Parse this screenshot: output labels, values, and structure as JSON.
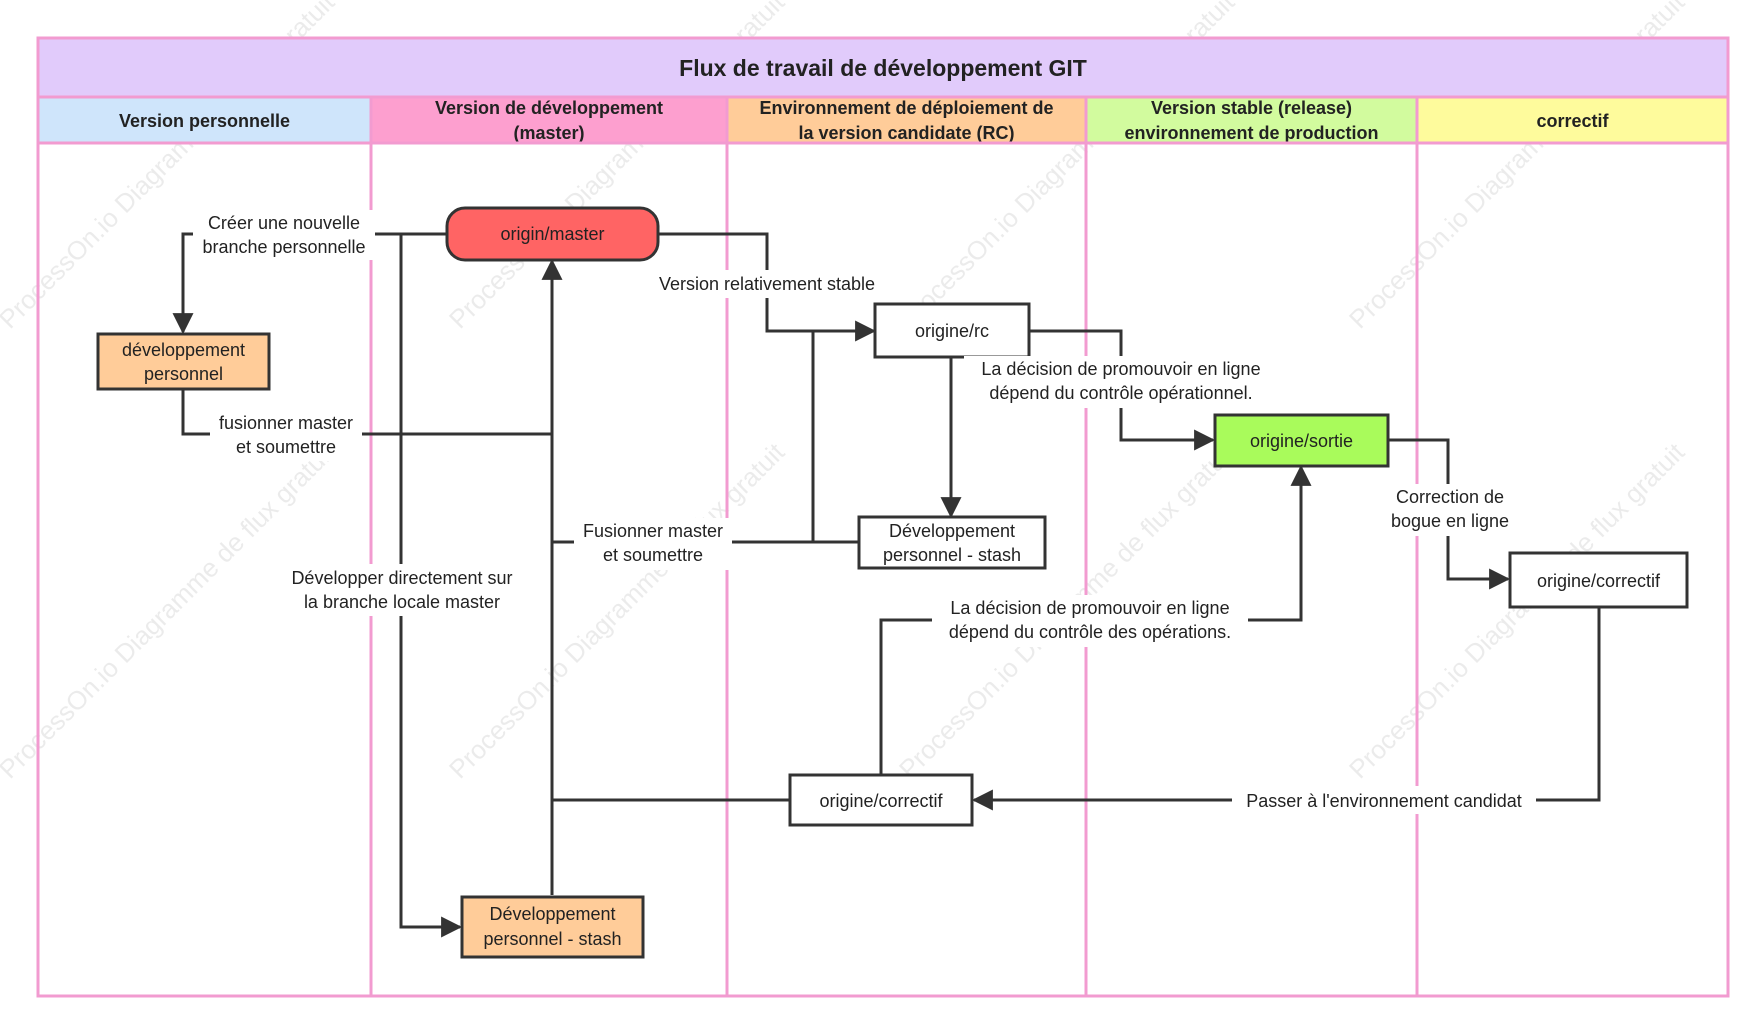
{
  "title": "Flux de travail de développement GIT",
  "colors": {
    "title_bg": "#e1cbfb",
    "border": "#f29bd0",
    "lane_personal": "#cfe5fb",
    "lane_master": "#fd9fcf",
    "lane_rc": "#ffcc99",
    "lane_release": "#d2fb9e",
    "lane_hotfix": "#fefb9c",
    "node_master": "#ff6464",
    "node_orange": "#ffcc99",
    "node_green": "#a9fb5b",
    "node_white": "#ffffff"
  },
  "lanes": [
    {
      "key": "personal",
      "lines": [
        "Version personnelle"
      ]
    },
    {
      "key": "master",
      "lines": [
        "Version de développement",
        "(master)"
      ]
    },
    {
      "key": "rc",
      "lines": [
        "Environnement de déploiement de",
        "la version candidate (RC)"
      ]
    },
    {
      "key": "release",
      "lines": [
        "Version stable (release)",
        "environnement de production"
      ]
    },
    {
      "key": "hotfix",
      "lines": [
        "correctif"
      ]
    }
  ],
  "nodes": {
    "origin_master": [
      "origin/master"
    ],
    "dev_perso": [
      "développement",
      "personnel"
    ],
    "origine_rc": [
      "origine/rc"
    ],
    "origine_sortie": [
      "origine/sortie"
    ],
    "stash_rc": [
      "Développement",
      "personnel - stash"
    ],
    "correctif_hotfix": [
      "origine/correctif"
    ],
    "correctif_rc": [
      "origine/correctif"
    ],
    "stash_master": [
      "Développement",
      "personnel - stash"
    ]
  },
  "edge_labels": {
    "create_branch": [
      "Créer une nouvelle",
      "branche personnelle"
    ],
    "merge_personal": [
      "fusionner master",
      "et soumettre"
    ],
    "develop_direct": [
      "Développer directement sur",
      "la branche locale master"
    ],
    "relatively_stable": [
      "Version relativement stable"
    ],
    "merge_rc": [
      "Fusionner master",
      "et soumettre"
    ],
    "promote_ops_control": [
      "La décision de promouvoir en ligne",
      "dépend du contrôle opérationnel."
    ],
    "promote_ops": [
      "La décision de promouvoir en ligne",
      "dépend du contrôle des opérations."
    ],
    "online_fix": [
      "Correction de",
      "bogue en ligne"
    ],
    "to_candidate": [
      "Passer à l'environnement candidat"
    ]
  },
  "watermark": "ProcessOn.io Diagramme de flux gratuit"
}
